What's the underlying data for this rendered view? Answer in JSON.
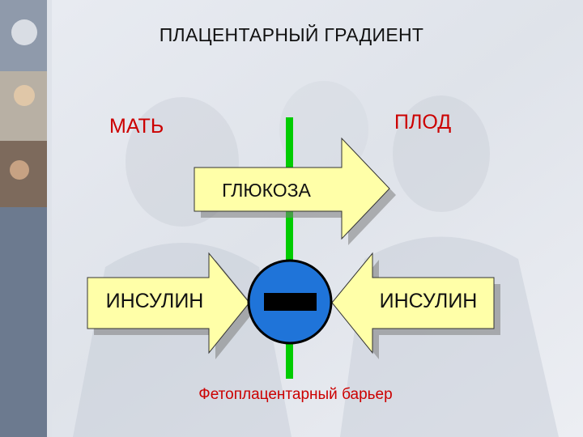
{
  "slide": {
    "title": "ПЛАЦЕНТАРНЫЙ ГРАДИЕНТ",
    "mother_label": "МАТЬ",
    "fetus_label": "ПЛОД",
    "glucose_label": "ГЛЮКОЗА",
    "insulin_left_label": "ИНСУЛИН",
    "insulin_right_label": "ИНСУЛИН",
    "barrier_label": "Фетоплацентарный барьер"
  },
  "colors": {
    "arrow_fill": "#ffffa8",
    "barrier_line": "#00cc00",
    "block_circle": "#1f74d9",
    "label_red": "#cc0000"
  },
  "icons": {
    "block_symbol": "no-entry-icon"
  }
}
